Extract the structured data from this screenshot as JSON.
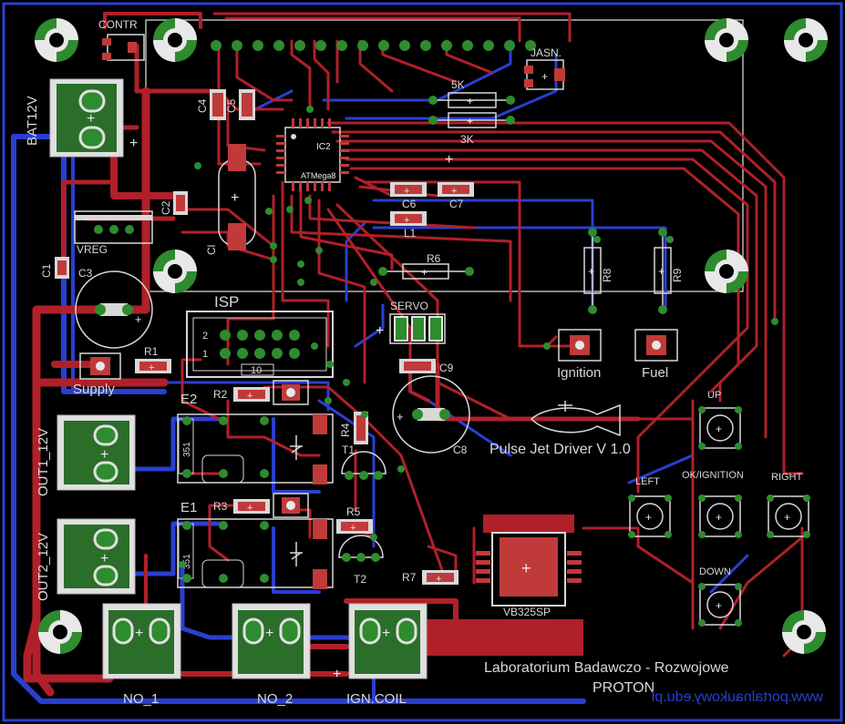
{
  "board": {
    "title": "Pulse Jet Driver V 1.0",
    "lab_line1": "Laboratorium Badawczo - Rozwojowe",
    "lab_line2": "PROTON",
    "website_mirrored": "www.portalnaukowy.edu.pl",
    "colors": {
      "background": "#000000",
      "top_copper": "#b0202a",
      "bottom_copper": "#2a3fd0",
      "pad": "#2e8b2e",
      "silk": "#d8d8d8",
      "outline": "#b8b8b8",
      "smd": "#c03a3a"
    }
  },
  "labels": {
    "contr": "CONTR",
    "jasn": "JASN.",
    "bat": "BAT12V",
    "vreg": "VREG",
    "c1": "C1",
    "c2": "C2",
    "c3": "C3",
    "c4": "C4",
    "c5": "C5",
    "c6": "C6",
    "c7": "C7",
    "c8": "C8",
    "c9": "C9",
    "cl": "Cl",
    "ic2": "IC2",
    "atmega": "ATMega8",
    "r5k": "5K",
    "r3k": "3K",
    "l1": "L1",
    "r6": "R6",
    "r8": "R8",
    "r9": "R9",
    "servo": "SERVO",
    "ignition": "Ignition",
    "fuel": "Fuel",
    "isp": "ISP",
    "isp_pin2": "2",
    "isp_pin1": "1",
    "isp_pin10": "10",
    "r1": "R1",
    "supply": "Supply",
    "e2": "E2",
    "e1": "E1",
    "r2": "R2",
    "r3": "R3",
    "r4": "R4",
    "r5": "R5",
    "r7": "R7",
    "t1": "T1",
    "t2": "T2",
    "k351a": "351",
    "k351b": "351",
    "out1": "OUT1_12V",
    "out2": "OUT2_12V",
    "up": "UP",
    "left": "LEFT",
    "ok": "OK/IGNITION",
    "right": "RIGHT",
    "down": "DOWN",
    "vb": "VB325SP",
    "no1": "NO_1",
    "no2": "NO_2",
    "igncoil": "IGN.COIL"
  }
}
